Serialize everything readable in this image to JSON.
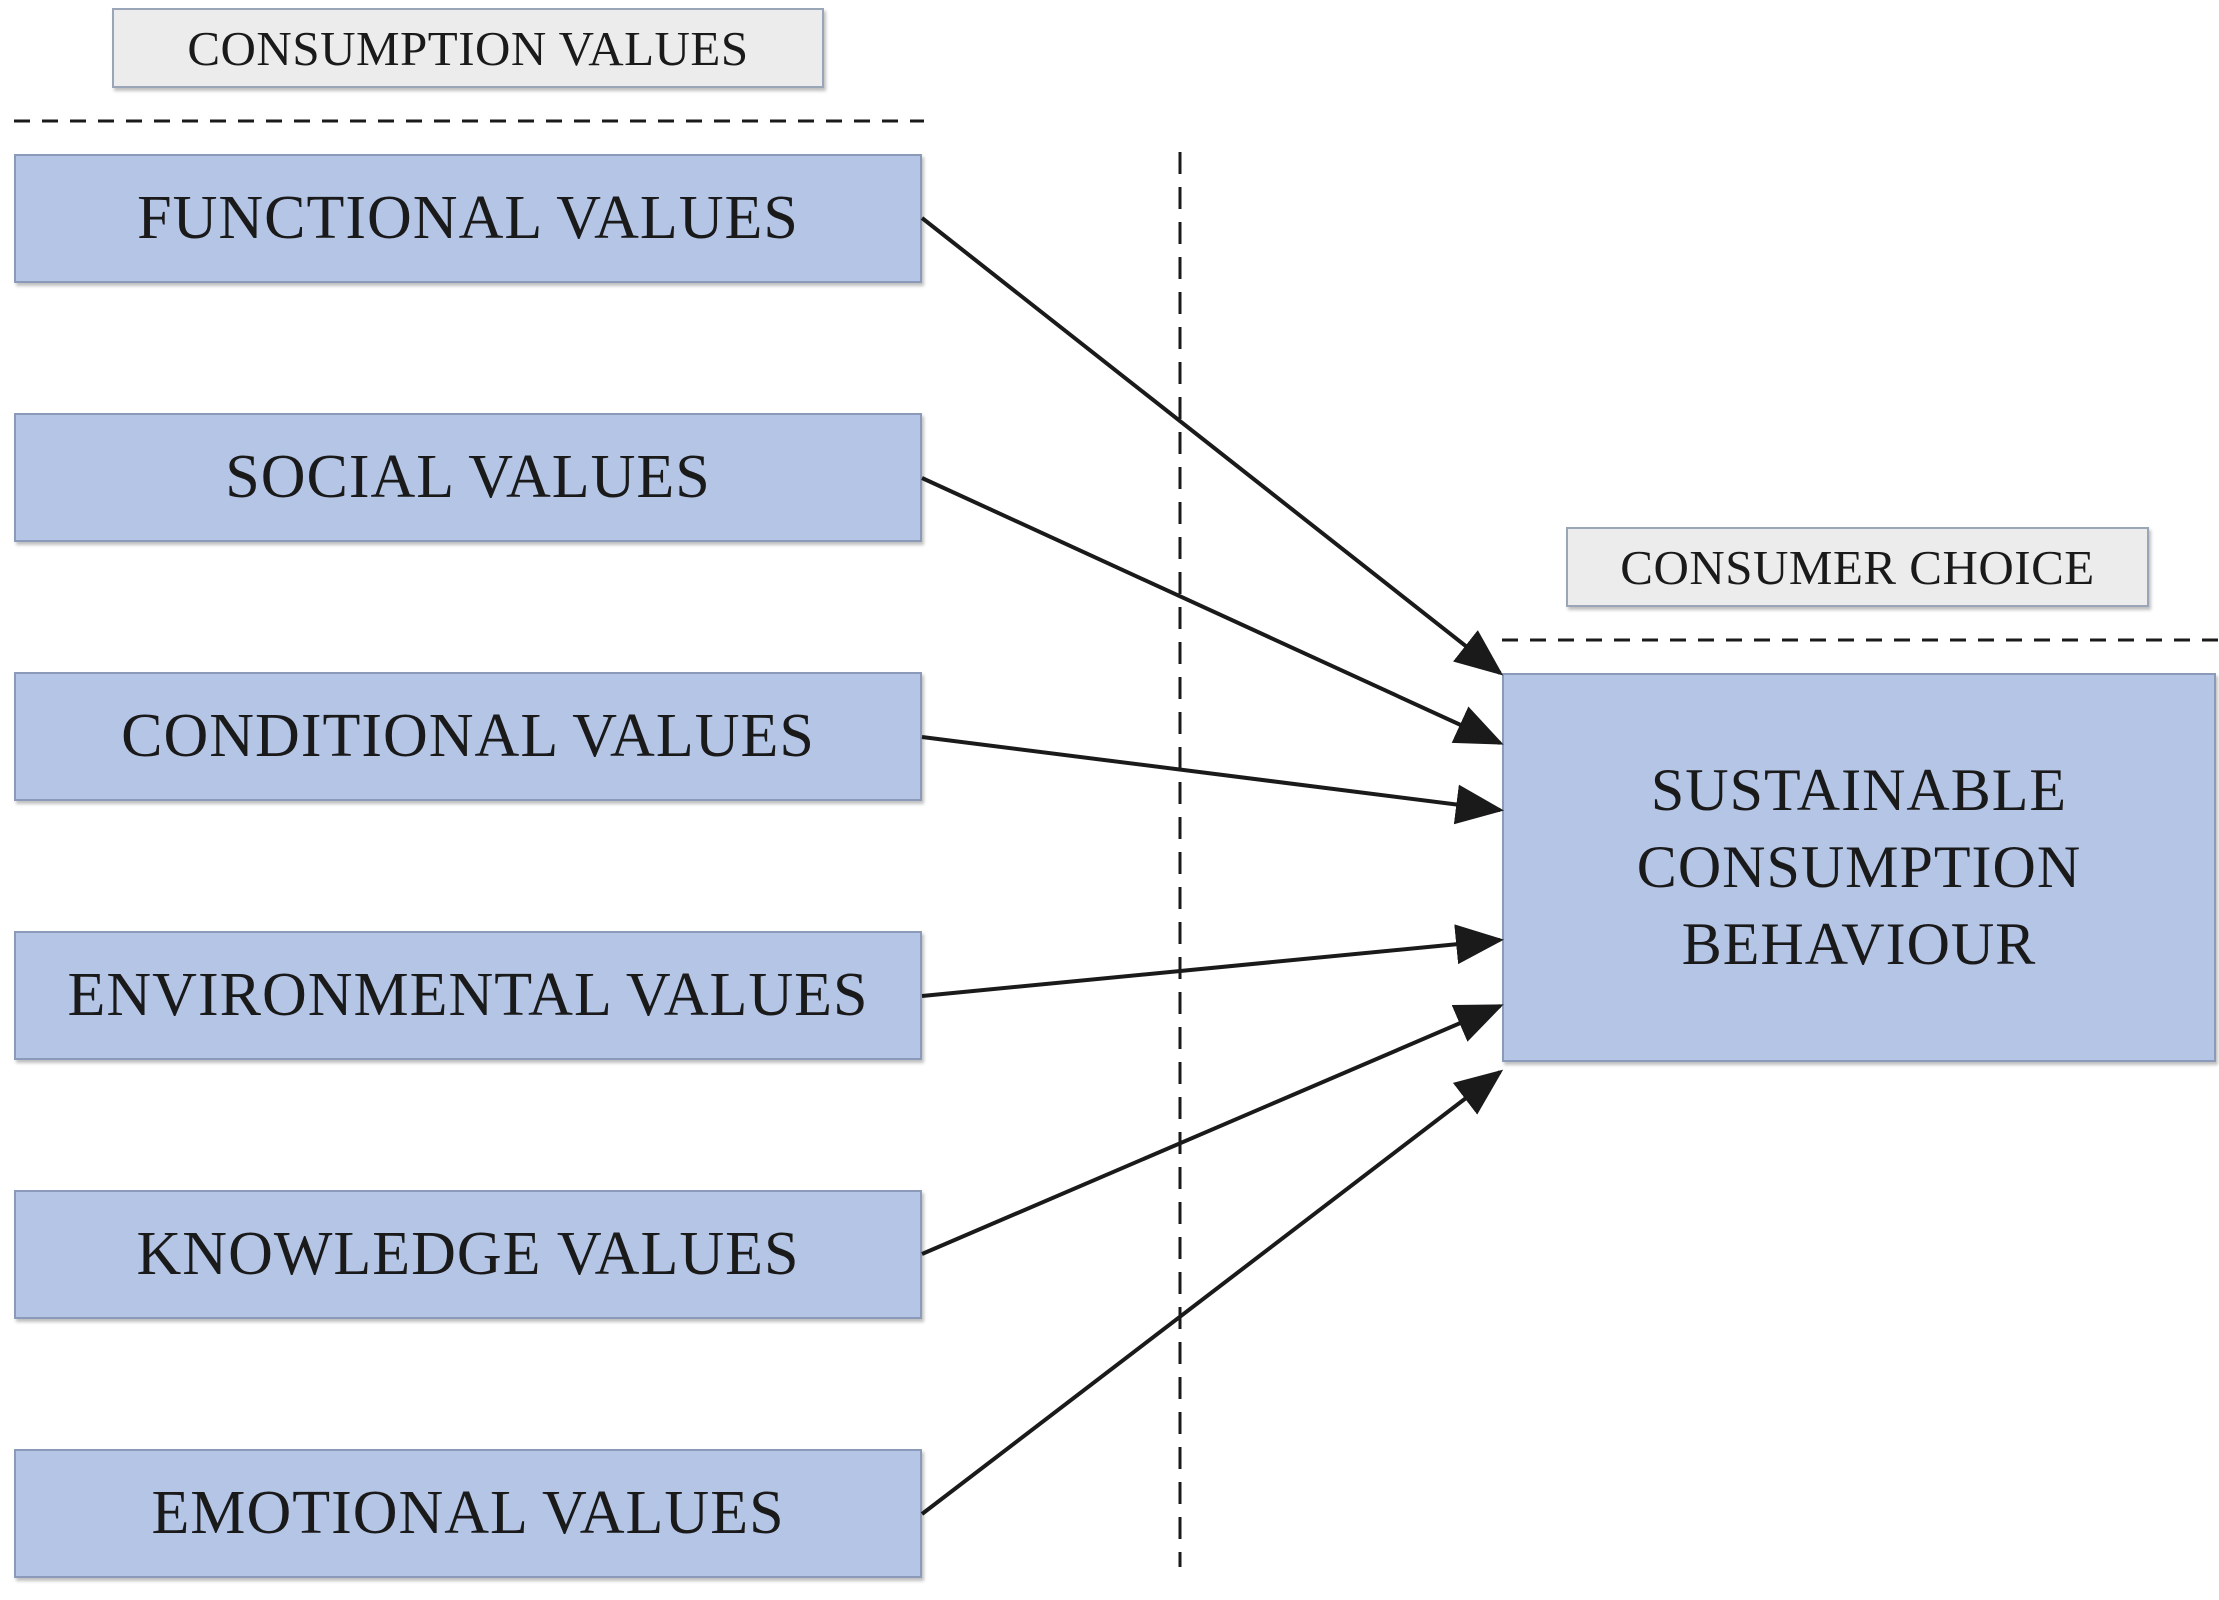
{
  "headers": {
    "consumption_values": "CONSUMPTION VALUES",
    "consumer_choice": "CONSUMER CHOICE"
  },
  "value_boxes": [
    {
      "key": "functional",
      "label": "FUNCTIONAL VALUES"
    },
    {
      "key": "social",
      "label": "SOCIAL VALUES"
    },
    {
      "key": "conditional",
      "label": "CONDITIONAL VALUES"
    },
    {
      "key": "environmental",
      "label": "ENVIRONMENTAL VALUES"
    },
    {
      "key": "knowledge",
      "label": "KNOWLEDGE VALUES"
    },
    {
      "key": "emotional",
      "label": "EMOTIONAL VALUES"
    }
  ],
  "target": {
    "label": "SUSTAINABLE\nCONSUMPTION\nBEHAVIOUR"
  },
  "connections": [
    {
      "from": "functional",
      "to": "target"
    },
    {
      "from": "social",
      "to": "target"
    },
    {
      "from": "conditional",
      "to": "target"
    },
    {
      "from": "environmental",
      "to": "target"
    },
    {
      "from": "knowledge",
      "to": "target"
    },
    {
      "from": "emotional",
      "to": "target"
    }
  ],
  "colors": {
    "box_fill": "#b4c5e6",
    "header_fill": "#ececec",
    "line": "#1a1a1a"
  }
}
